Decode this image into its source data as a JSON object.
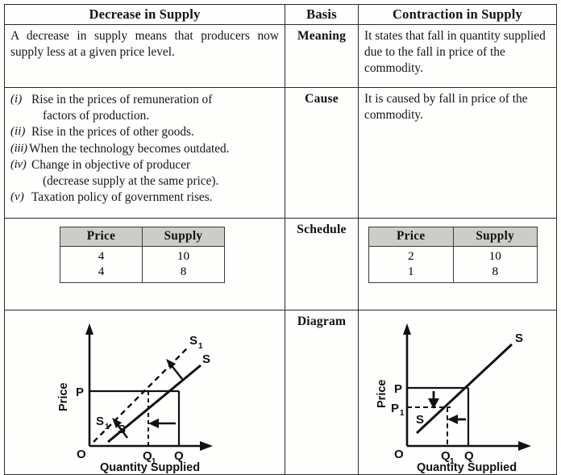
{
  "table": {
    "headers": {
      "left": "Decrease in Supply",
      "basis": "Basis",
      "right": "Contraction in Supply"
    },
    "rows": [
      {
        "basis": "Meaning",
        "left_text": "A decrease in supply means that producers now supply less at a given price level.",
        "right_text": "It states that fall in quantity supplied due to the fall in price of the commodity."
      },
      {
        "basis": "Cause",
        "left_items": [
          {
            "numeral": "(i)",
            "text": "Rise in the prices of remuneration of",
            "cont": "factors of production."
          },
          {
            "numeral": "(ii)",
            "text": "Rise in the prices of other goods.",
            "cont": ""
          },
          {
            "numeral": "(iii)",
            "text": "When the technology becomes outdated.",
            "cont": ""
          },
          {
            "numeral": "(iv)",
            "text": "Change in objective of producer",
            "cont": "(decrease supply at the same price)."
          },
          {
            "numeral": "(v)",
            "text": "Taxation policy of government rises.",
            "cont": ""
          }
        ],
        "right_text": "It is caused by fall in price of the commodity."
      },
      {
        "basis": "Schedule",
        "left_schedule": {
          "headers": [
            "Price",
            "Supply"
          ],
          "rows": [
            [
              "4",
              "10"
            ],
            [
              "4",
              "8"
            ]
          ]
        },
        "right_schedule": {
          "headers": [
            "Price",
            "Supply"
          ],
          "rows": [
            [
              "2",
              "10"
            ],
            [
              "1",
              "8"
            ]
          ]
        }
      },
      {
        "basis": "Diagram",
        "left_diagram": {
          "y_axis_label": "Price",
          "x_axis_label": "Quantity Supplied",
          "origin_label": "O",
          "price_label": "P",
          "quantity_labels": [
            "Q",
            "Q"
          ],
          "quantity_sub": "1",
          "curve_labels_upper": [
            "S",
            "S"
          ],
          "curve_labels_lower": [
            "S",
            "S"
          ],
          "shift_curve_label": "S",
          "shift_curve_sub": "1"
        },
        "right_diagram": {
          "y_axis_label": "Price",
          "x_axis_label": "Quantity Supplied",
          "origin_label": "O",
          "price_labels": [
            "P",
            "P"
          ],
          "price_sub": "1",
          "quantity_labels": [
            "Q",
            "Q"
          ],
          "quantity_sub": "1",
          "curve_label_top": "S",
          "curve_label_bottom": "S"
        }
      }
    ]
  },
  "chart_data": [
    {
      "type": "line",
      "title": "Decrease in Supply",
      "xlabel": "Quantity Supplied",
      "ylabel": "Price",
      "annotation": "Supply curve shifts leftward from S to S1 at same price P; quantity falls from Q to Q1",
      "series": [
        {
          "name": "S",
          "style": "solid",
          "points": [
            [
              0.22,
              0.05
            ],
            [
              0.88,
              0.78
            ]
          ]
        },
        {
          "name": "S1",
          "style": "dashed",
          "points": [
            [
              0.06,
              0.05
            ],
            [
              0.72,
              0.92
            ]
          ]
        }
      ],
      "markers": [
        {
          "label": "P",
          "axis": "y",
          "value": 0.58
        },
        {
          "label": "Q",
          "axis": "x",
          "value": 0.655
        },
        {
          "label": "Q1",
          "axis": "x",
          "value": 0.5
        }
      ],
      "arrows": [
        "leftward shift of supply curve",
        "quantity decreases Q to Q1"
      ]
    },
    {
      "type": "line",
      "title": "Contraction in Supply",
      "xlabel": "Quantity Supplied",
      "ylabel": "Price",
      "annotation": "Movement along the same supply curve S; price falls from P to P1 and quantity falls from Q to Q1",
      "series": [
        {
          "name": "S",
          "style": "solid",
          "points": [
            [
              0.13,
              0.1
            ],
            [
              0.9,
              0.88
            ]
          ]
        }
      ],
      "markers": [
        {
          "label": "P",
          "axis": "y",
          "value": 0.6
        },
        {
          "label": "P1",
          "axis": "y",
          "value": 0.42
        },
        {
          "label": "Q",
          "axis": "x",
          "value": 0.6
        },
        {
          "label": "Q1",
          "axis": "x",
          "value": 0.44
        }
      ],
      "arrows": [
        "price falls P to P1",
        "quantity falls Q to Q1"
      ]
    }
  ],
  "colors": {
    "header_bg": "#c9c9c4",
    "border": "#2a2a2a",
    "text": "#141414",
    "page_bg": "#fdfdfb"
  }
}
